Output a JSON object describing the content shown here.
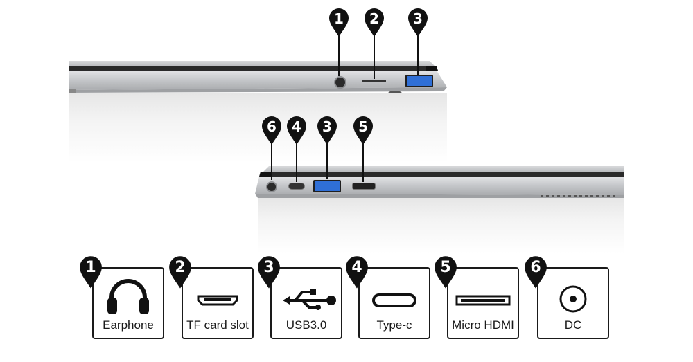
{
  "markers": {
    "top": [
      "1",
      "2",
      "3"
    ],
    "bottom": [
      "6",
      "4",
      "3",
      "5"
    ]
  },
  "ports": [
    {
      "number": "1",
      "label": "Earphone",
      "icon": "headphones-icon"
    },
    {
      "number": "2",
      "label": "TF card slot",
      "icon": "card-slot-icon"
    },
    {
      "number": "3",
      "label": "USB3.0",
      "icon": "usb-icon"
    },
    {
      "number": "4",
      "label": "Type-c",
      "icon": "type-c-icon"
    },
    {
      "number": "5",
      "label": "Micro HDMI",
      "icon": "micro-hdmi-icon"
    },
    {
      "number": "6",
      "label": "DC",
      "icon": "dc-icon"
    }
  ],
  "colors": {
    "usb_blue": "#2f6fd6",
    "outline": "#1a1a1a",
    "chassis": "#c9cbce"
  }
}
